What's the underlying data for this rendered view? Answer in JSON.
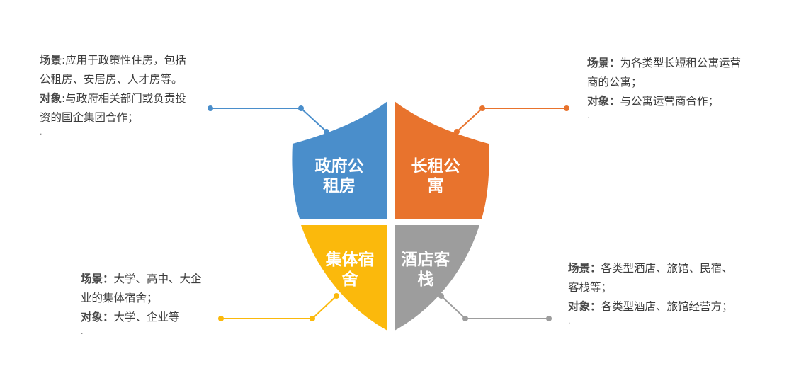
{
  "quadrants": [
    {
      "key": "government",
      "title_line1": "政府公",
      "title_line2": "租房",
      "color": "#4A8ECB",
      "scene_label": "场景",
      "scene_sep": ":",
      "scene_text_l1": "应用于政策性住房，包括",
      "scene_text_l2": "公租房、安居房、人才房等。",
      "partner_label": "对象",
      "partner_sep": ":",
      "partner_text_l1": "与政府相关部门或负责投",
      "partner_text_l2": "资的国企集团合作；",
      "trailing": "."
    },
    {
      "key": "long-term-rental",
      "title_line1": "长租公",
      "title_line2": "寓",
      "color": "#E8732D",
      "scene_label": "场景：",
      "scene_text_l1": "为各类型长短租公寓运营",
      "scene_text_l2": "商的公寓；",
      "partner_label": "对象：",
      "partner_text_l1": "与公寓运营商合作；",
      "trailing": "."
    },
    {
      "key": "dormitory",
      "title_line1": "集体宿",
      "title_line2": "舍",
      "color": "#FBB90C",
      "scene_label": "场景：",
      "scene_text_l1": "大学、高中、大企",
      "scene_text_l2": "业的集体宿舍；",
      "partner_label": "对象：",
      "partner_text_l1": "大学、企业等",
      "trailing": "."
    },
    {
      "key": "hotel",
      "title_line1": "酒店客",
      "title_line2": "栈",
      "color": "#9D9D9D",
      "scene_label": "场景：",
      "scene_text_l1": "各类型酒店、旅馆、民宿、",
      "scene_text_l2": "客栈等；",
      "partner_label": "对象：",
      "partner_text_l1": "各类型酒店、旅馆经营方；",
      "trailing": "."
    }
  ]
}
